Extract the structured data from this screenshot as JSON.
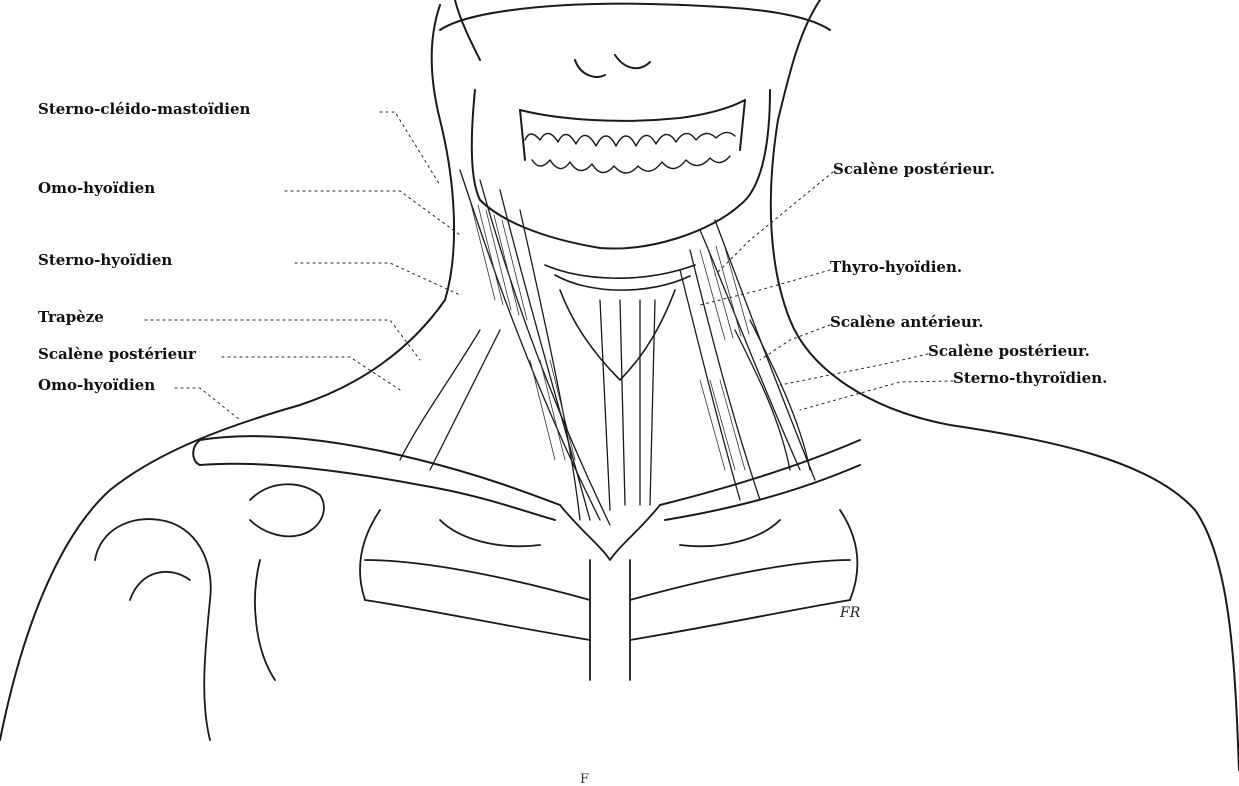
{
  "labels_left": {
    "sterno_cleido_mastoidien": "Sterno-cléido-mastoïdien",
    "omo_hyoidien_top": "Omo-hyoïdien",
    "sterno_hyoidien": "Sterno-hyoïdien",
    "trapeze": "Trapèze",
    "scalene_posterieur_left": "Scalène postérieur",
    "omo_hyoidien_bottom": "Omo-hyoïdien"
  },
  "labels_right": {
    "scalene_posterieur_top": "Scalène postérieur.",
    "thyro_hyoidien": "Thyro-hyoïdien.",
    "scalene_anterieur": "Scalène antérieur.",
    "scalene_posterieur_lower": "Scalène postérieur.",
    "sterno_thyroidien": "Sterno-thyroïdien."
  },
  "caption": "F",
  "signature": "FR",
  "colors": {
    "ink": "#111111",
    "paper": "#ffffff"
  }
}
